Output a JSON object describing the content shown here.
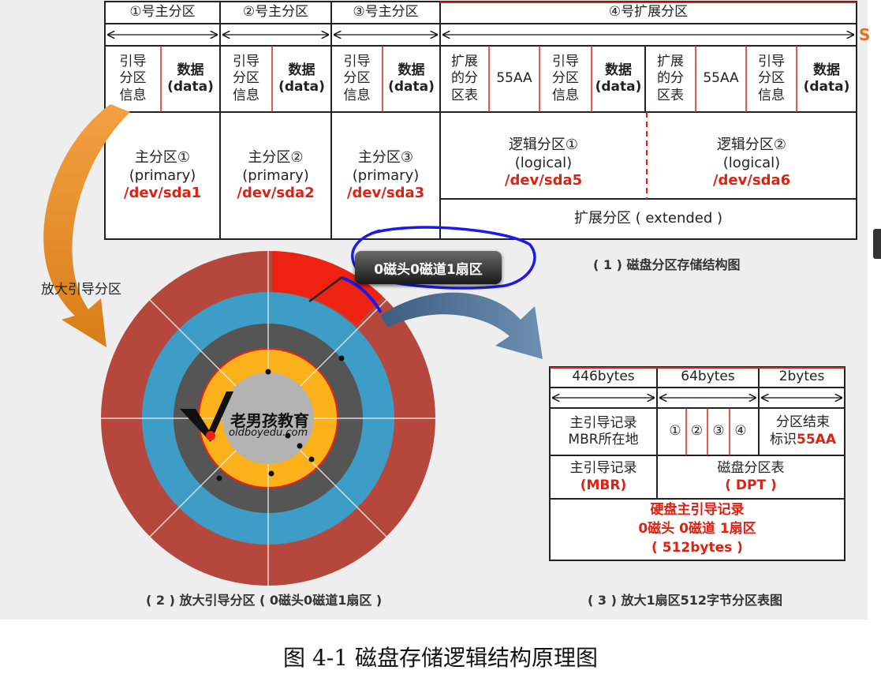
{
  "top_table": {
    "headers": [
      "①号主分区",
      "②号主分区",
      "③号主分区",
      "④号扩展分区"
    ],
    "boot_label": "引导\n分区\n信息",
    "data_label": "数据\n(data)",
    "ext_table_label": "扩展\n的分\n区表",
    "sig_55aa": "55AA",
    "primary": [
      {
        "name": "主分区①",
        "type": "(primary)",
        "dev": "/dev/sda1"
      },
      {
        "name": "主分区②",
        "type": "(primary)",
        "dev": "/dev/sda2"
      },
      {
        "name": "主分区③",
        "type": "(primary)",
        "dev": "/dev/sda3"
      }
    ],
    "logical": [
      {
        "name": "逻辑分区①",
        "type": "(logical)",
        "dev": "/dev/sda5"
      },
      {
        "name": "逻辑分区②",
        "type": "(logical)",
        "dev": "/dev/sda6"
      }
    ],
    "extended": "扩展分区 ( extended )",
    "caption": "( 1 ) 磁盘分区存储结构图"
  },
  "left_label": "放大引导分区",
  "tooltip": "0磁头0磁道1扇区",
  "disk": {
    "logo_text": "老男孩教育",
    "logo_url": "oldboyedu.com",
    "caption": "( 2 ) 放大引导分区 ( 0磁头0磁道1扇区 )",
    "colors": {
      "outer": "#b5473c",
      "blue": "#3d9dc6",
      "dark": "#555555",
      "orange": "#fbb21a",
      "gray": "#b3b3b3",
      "sector": "#ee2211"
    }
  },
  "mbr_table": {
    "sizes": [
      "446bytes",
      "64bytes",
      "2bytes"
    ],
    "mbr_loc": "主引导记录\nMBR所在地",
    "slots": [
      "①",
      "②",
      "③",
      "④"
    ],
    "end_mark": "分区结束\n标识",
    "end_val": "55AA",
    "mbr_name": "主引导记录",
    "mbr_abbr": "(MBR)",
    "dpt_name": "磁盘分区表",
    "dpt_abbr": "( DPT )",
    "hd_mbr": "硬盘主引导记录",
    "hd_loc": "0磁头 0磁道 1扇区",
    "hd_size": "( 512bytes )",
    "caption": "( 3 ) 放大1扇区512字节分区表图"
  },
  "figure_title": "图 4-1 磁盘存储逻辑结构原理图"
}
